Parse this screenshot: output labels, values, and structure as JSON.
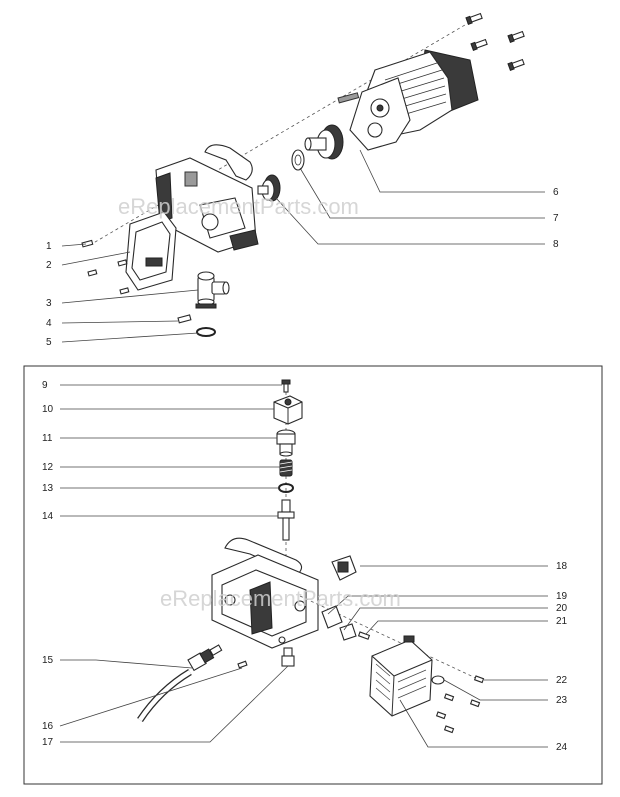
{
  "watermarks": [
    "eReplacementParts.com",
    "eReplacementParts.com"
  ],
  "callouts": {
    "c1": "1",
    "c2": "2",
    "c3": "3",
    "c4": "4",
    "c5": "5",
    "c6": "6",
    "c7": "7",
    "c8": "8",
    "c9": "9",
    "c10": "10",
    "c11": "11",
    "c12": "12",
    "c13": "13",
    "c14": "14",
    "c15": "15",
    "c16": "16",
    "c17": "17",
    "c18": "18",
    "c19": "19",
    "c20": "20",
    "c21": "21",
    "c22": "22",
    "c23": "23",
    "c24": "24"
  }
}
